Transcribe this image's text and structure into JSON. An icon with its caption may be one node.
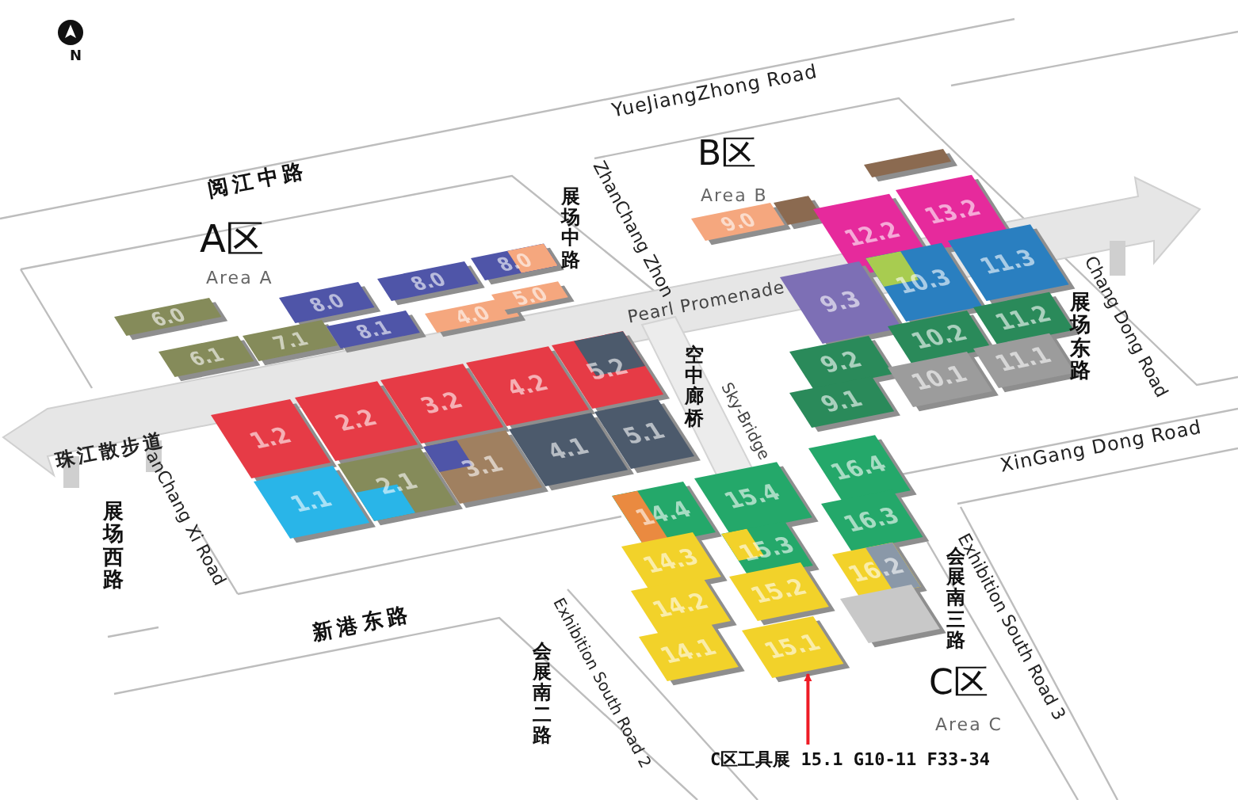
{
  "diagram": {
    "nodes": [
      {
        "text": [
          "6.0"
        ]
      },
      {
        "text": [
          "8.0"
        ]
      },
      {
        "text": [
          "8.0"
        ]
      },
      {
        "text": [
          "8.0"
        ]
      },
      {
        "text": [
          "4.0"
        ]
      },
      {
        "text": [
          "5.0"
        ]
      },
      {
        "text": [
          "6.1"
        ]
      },
      {
        "text": [
          "7.1"
        ]
      },
      {
        "text": [
          "8.1"
        ]
      },
      {
        "text": [
          "1.2"
        ]
      },
      {
        "text": [
          "2.2"
        ]
      },
      {
        "text": [
          "3.2"
        ]
      },
      {
        "text": [
          "4.2"
        ]
      },
      {
        "text": [
          "5.2"
        ]
      },
      {
        "text": [
          "1.1"
        ]
      },
      {
        "text": [
          "2.1"
        ]
      },
      {
        "text": [
          "3.1"
        ]
      },
      {
        "text": [
          "4.1"
        ]
      },
      {
        "text": [
          "5.1"
        ]
      },
      {
        "text": [
          "9.0"
        ]
      },
      {
        "text": [],
        "shape": "box"
      },
      {
        "text": [],
        "shape": "box"
      },
      {
        "text": [
          "12.2"
        ]
      },
      {
        "text": [
          "13.2"
        ]
      },
      {
        "text": [
          "9.3"
        ]
      },
      {
        "text": [
          "10.3"
        ]
      },
      {
        "text": [
          "11.3"
        ]
      },
      {
        "text": [
          "9.2"
        ]
      },
      {
        "text": [
          "10.2"
        ]
      },
      {
        "text": [
          "11.2"
        ]
      },
      {
        "text": [
          "9.1"
        ]
      },
      {
        "text": [
          "10.1"
        ]
      },
      {
        "text": [
          "11.1"
        ]
      },
      {
        "text": [
          "14.4"
        ]
      },
      {
        "text": [
          "15.4"
        ]
      },
      {
        "text": [
          "16.4"
        ]
      },
      {
        "text": [
          "14.3"
        ]
      },
      {
        "text": [
          "15.3"
        ]
      },
      {
        "text": [
          "16.3"
        ]
      },
      {
        "text": [
          "14.2"
        ]
      },
      {
        "text": [
          "15.2"
        ]
      },
      {
        "text": [
          "16.2"
        ]
      },
      {
        "text": [
          "14.1"
        ]
      },
      {
        "text": [
          "15.1"
        ]
      },
      {
        "text": [],
        "shape": "box"
      },
      {
        "text": [
          "C区工具展 15.1 G10-11 F33-34"
        ]
      }
    ],
    "edges": [
      {
        "from": 45,
        "to": 43,
        "arrow": "to",
        "color": "#ee1c25"
      }
    ],
    "labels": [
      "N",
      "YueJiangZhong Road",
      "阅江中路",
      "A区",
      "Area A",
      "ZhanChang Zhon",
      "展场中路",
      "B区",
      "Area B",
      "Chang Dong Road",
      "展场东路",
      "Pearl Promenade",
      "珠江散步道",
      "空中廊桥",
      "Sky-Bridge",
      "XinGang Dong Road",
      "anChang Xi Road",
      "展场西路",
      "新港东路",
      "Exhibition South Road 2",
      "会展南二路",
      "Exhibition South Road 3",
      "会展南三路",
      "C区",
      "Area C"
    ]
  }
}
